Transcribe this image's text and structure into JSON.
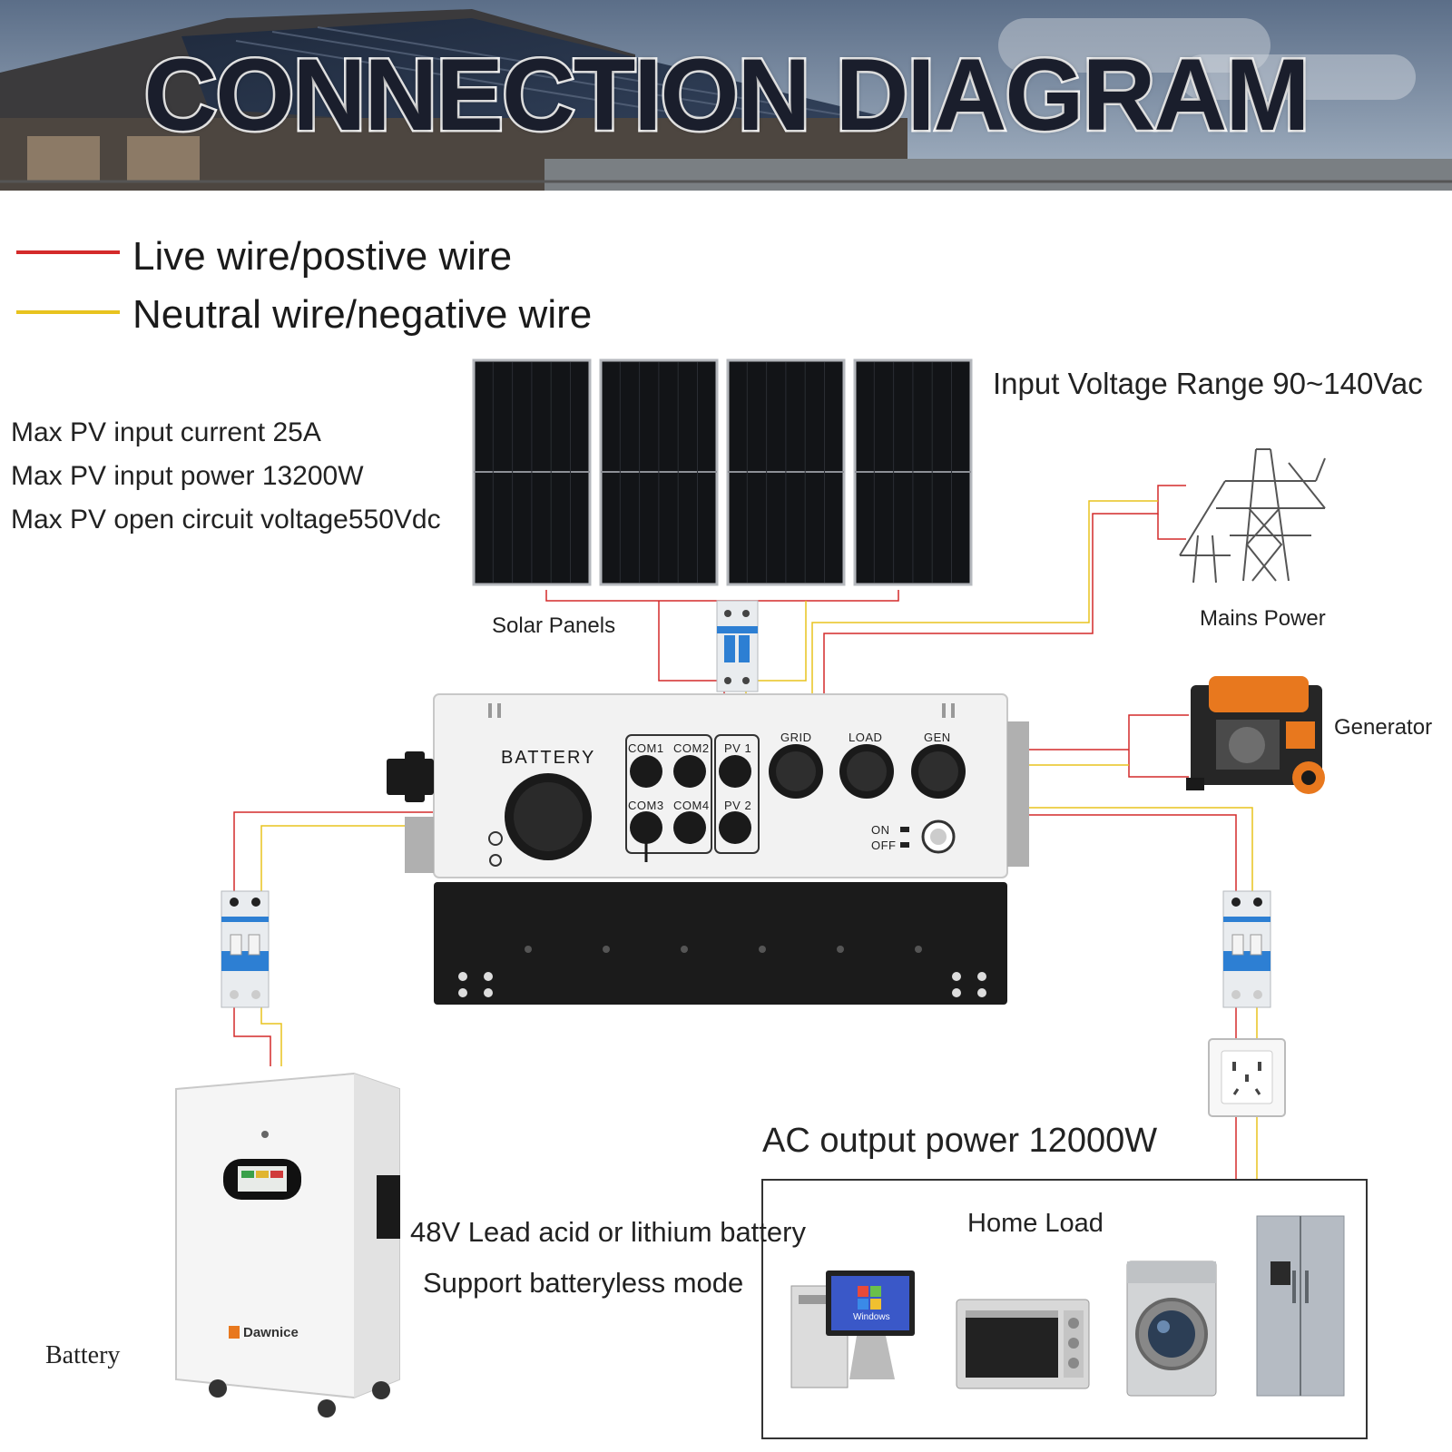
{
  "title": "CONNECTION DIAGRAM",
  "legend": [
    {
      "label": "Live wire/postive wire",
      "color": "#d42a2a"
    },
    {
      "label": "Neutral wire/negative wire",
      "color": "#e8c31e"
    }
  ],
  "pv_specs": {
    "current_label": "Max PV input current",
    "current_value": "25",
    "current_unit": "A",
    "power_label": "Max PV input power",
    "power_value": "13200",
    "power_unit": "W",
    "voc_label": "Max PV open circuit voltage",
    "voc_value": "550",
    "voc_unit": "Vdc"
  },
  "input_voltage": {
    "label": "Input Voltage Range",
    "value": "90~140",
    "unit": "Vac"
  },
  "components": {
    "solar_panels": "Solar Panels",
    "mains_power": "Mains Power",
    "generator": "Generator",
    "battery": "Battery",
    "home_load": "Home Load"
  },
  "inverter": {
    "battery_port": "BATTERY",
    "com1": "COM1",
    "com2": "COM2",
    "com3": "COM3",
    "com4": "COM4",
    "pv1": "PV 1",
    "pv2": "PV 2",
    "grid": "GRID",
    "load": "LOAD",
    "gen": "GEN",
    "on": "ON",
    "off": "OFF"
  },
  "battery_info": {
    "voltage_value": "48",
    "voltage_text": "V Lead acid or lithium battery",
    "batteryless": "Support batteryless mode",
    "brand": "Dawnice"
  },
  "ac_output": {
    "label": "AC output power",
    "value": "12000",
    "unit": "W"
  },
  "appliance_text": {
    "monitor_os": "Windows"
  },
  "colors": {
    "live": "#d42a2a",
    "neutral": "#e8c31e",
    "breaker_blue": "#2d7fd3",
    "inverter_body": "#f2f2f2",
    "inverter_base": "#1b1b1b"
  },
  "icons": [
    "solar-panel-icon",
    "power-tower-icon",
    "generator-icon",
    "breaker-icon",
    "battery-cabinet-icon",
    "outlet-icon",
    "computer-icon",
    "oven-icon",
    "washing-machine-icon",
    "refrigerator-icon"
  ]
}
